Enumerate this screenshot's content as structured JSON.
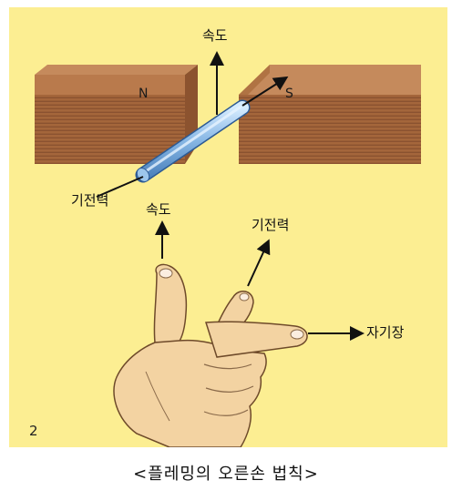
{
  "labels": {
    "velocity_top": "속도",
    "emf_left": "기전력",
    "velocity_finger": "속도",
    "emf_finger": "기전력",
    "magnetic_field": "자기장",
    "north": "N",
    "south": "S"
  },
  "figure_number": "2",
  "caption": "<플레밍의 오른손 법칙>",
  "colors": {
    "background": "#fcee92",
    "magnet_top": "#c58a5c",
    "magnet_side": "#a0633a",
    "conductor": "#8ab8e4",
    "skin": "#f3d3a2"
  }
}
